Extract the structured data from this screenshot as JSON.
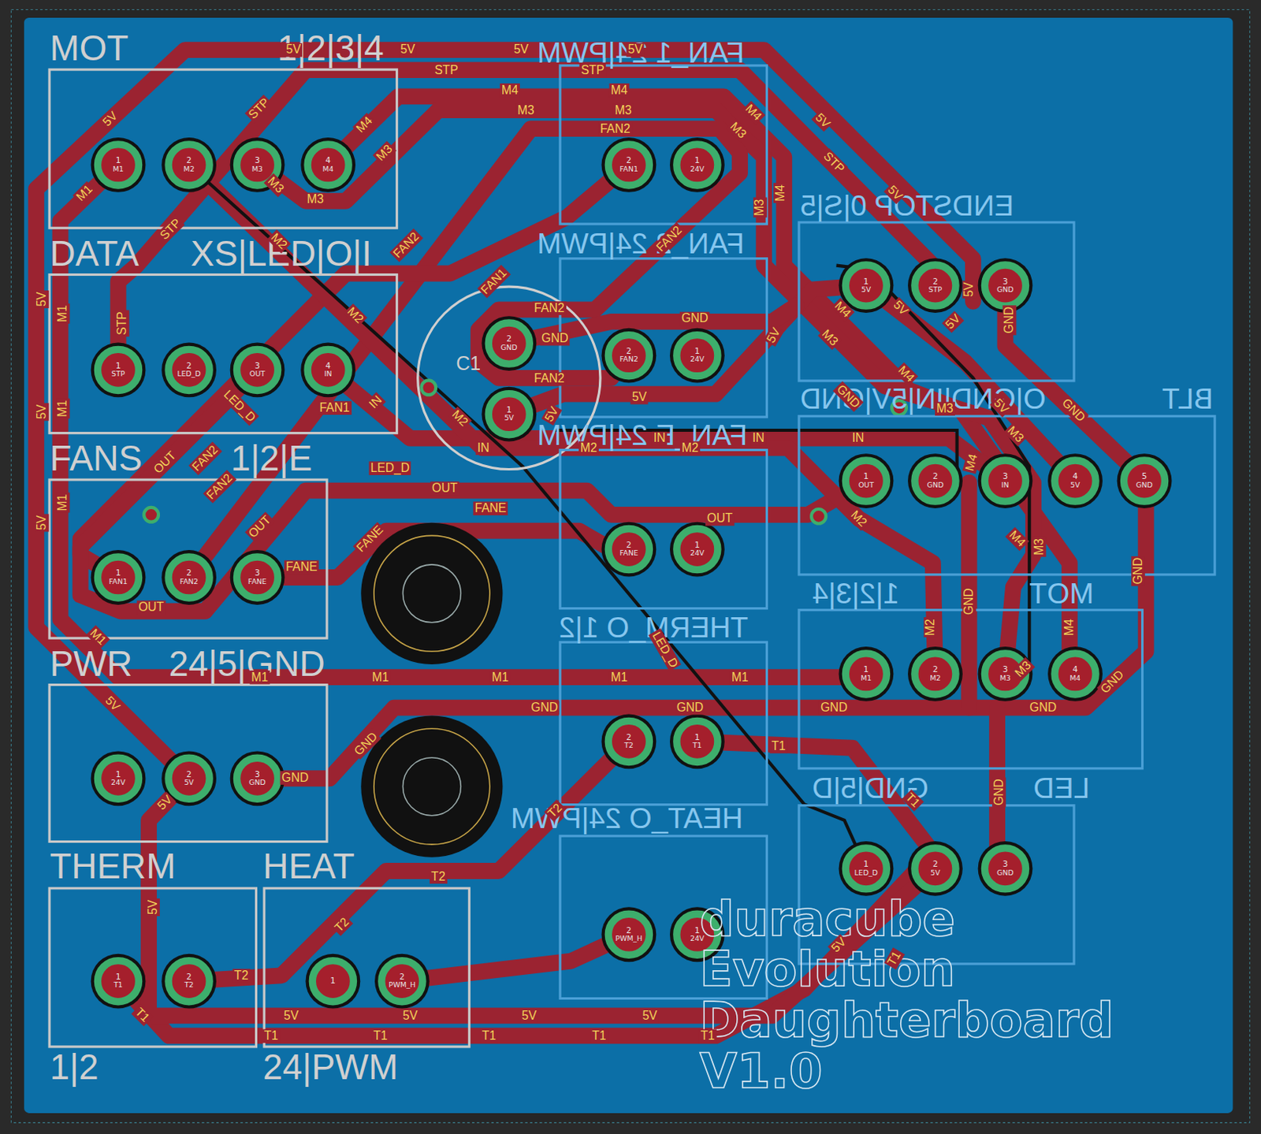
{
  "diagram": {
    "nodes": [
      {
        "text": [
          "MOT",
          "1|2|3|4"
        ]
      },
      {
        "text": [
          "1",
          "M1"
        ],
        "in": 0
      },
      {
        "text": [
          "2",
          "M2"
        ],
        "in": 0
      },
      {
        "text": [
          "3",
          "M3"
        ],
        "in": 0
      },
      {
        "text": [
          "4",
          "M4"
        ],
        "in": 0
      },
      {
        "text": [
          "FAN_1 24|PWM"
        ]
      },
      {
        "text": [
          "2",
          "FAN1"
        ],
        "in": 5
      },
      {
        "text": [
          "1",
          "24V"
        ],
        "in": 5
      },
      {
        "text": [
          "DATA",
          "XS|LED|O|I"
        ]
      },
      {
        "text": [
          "1",
          "STP"
        ],
        "in": 8
      },
      {
        "text": [
          "2",
          "LED_D"
        ],
        "in": 8
      },
      {
        "text": [
          "3",
          "OUT"
        ],
        "in": 8
      },
      {
        "text": [
          "4",
          "IN"
        ],
        "in": 8
      },
      {
        "text": [
          "FAN_2 24|PWM"
        ]
      },
      {
        "text": [
          "2",
          "FAN2"
        ],
        "in": 13
      },
      {
        "text": [
          "1",
          "24V"
        ],
        "in": 13
      },
      {
        "text": [
          "ENDSTOP 0|S|5"
        ]
      },
      {
        "text": [
          "1",
          "5V"
        ],
        "in": 16
      },
      {
        "text": [
          "2",
          "STP"
        ],
        "in": 16
      },
      {
        "text": [
          "3",
          "GND"
        ],
        "in": 16
      },
      {
        "text": [
          "C1"
        ]
      },
      {
        "text": [
          "2",
          "GND"
        ],
        "in": 20
      },
      {
        "text": [
          "1",
          "5V"
        ],
        "in": 20
      },
      {
        "text": [
          "FANS",
          "1|2|E"
        ]
      },
      {
        "text": [
          "1",
          "FAN1"
        ],
        "in": 23
      },
      {
        "text": [
          "2",
          "FAN2"
        ],
        "in": 23
      },
      {
        "text": [
          "3",
          "FANE"
        ],
        "in": 23
      },
      {
        "text": [
          "FAN_E 24|PWM"
        ]
      },
      {
        "text": [
          "2",
          "FANE"
        ],
        "in": 27
      },
      {
        "text": [
          "1",
          "24V"
        ],
        "in": 27
      },
      {
        "text": [
          "O|GND|IN|5V|GND",
          "BLT"
        ]
      },
      {
        "text": [
          "1",
          "OUT"
        ],
        "in": 30
      },
      {
        "text": [
          "2",
          "GND"
        ],
        "in": 30
      },
      {
        "text": [
          "3",
          "IN"
        ],
        "in": 30
      },
      {
        "text": [
          "4",
          "5V"
        ],
        "in": 30
      },
      {
        "text": [
          "5",
          "GND"
        ],
        "in": 30
      },
      {
        "text": [
          "PWR",
          "24|5|GND"
        ]
      },
      {
        "text": [
          "1",
          "24V"
        ],
        "in": 36
      },
      {
        "text": [
          "2",
          "5V"
        ],
        "in": 36
      },
      {
        "text": [
          "3",
          "GND"
        ],
        "in": 36
      },
      {
        "text": [
          "THERM_O 1|2"
        ]
      },
      {
        "text": [
          "2",
          "T2"
        ],
        "in": 40
      },
      {
        "text": [
          "1",
          "T1"
        ],
        "in": 40
      },
      {
        "text": [
          "1|2|3|4",
          "MOT"
        ]
      },
      {
        "text": [
          "1",
          "M1"
        ],
        "in": 43
      },
      {
        "text": [
          "2",
          "M2"
        ],
        "in": 43
      },
      {
        "text": [
          "3",
          "M3"
        ],
        "in": 43
      },
      {
        "text": [
          "4",
          "M4"
        ],
        "in": 43
      },
      {
        "text": [
          "GND|5|D",
          "LED"
        ]
      },
      {
        "text": [
          "1",
          "LED_D"
        ],
        "in": 48
      },
      {
        "text": [
          "2",
          "5V"
        ],
        "in": 48
      },
      {
        "text": [
          "3",
          "GND"
        ],
        "in": 48
      },
      {
        "text": [
          "HEAT_O 24|PWM"
        ]
      },
      {
        "text": [
          "2",
          "PWM_H"
        ],
        "in": 52
      },
      {
        "text": [
          "1",
          "24V"
        ],
        "in": 52
      },
      {
        "text": [
          "THERM",
          "1|2"
        ]
      },
      {
        "text": [
          "1",
          "T1"
        ],
        "in": 55
      },
      {
        "text": [
          "2",
          "T2"
        ],
        "in": 55
      },
      {
        "text": [
          "HEAT",
          "24|PWM"
        ]
      },
      {
        "text": [
          "1"
        ],
        "in": 58
      },
      {
        "text": [
          "2",
          "PWM_H"
        ],
        "in": 58
      }
    ],
    "labels": [
      "5V",
      "STP",
      "M4",
      "M3",
      "M1",
      "M3",
      "M3",
      "5V",
      "5V",
      "5V",
      "5V",
      "STP",
      "STP",
      "M4",
      "M4",
      "M3",
      "M3",
      "FAN2",
      "M4",
      "M3",
      "5V",
      "STP",
      "5V",
      "M3",
      "M4",
      "STP",
      "M2",
      "FAN2",
      "FAN2",
      "5V",
      "M1",
      "STP",
      "5V",
      "M1",
      "M2",
      "FAN1",
      "FAN2",
      "GND",
      "FAN2",
      "GND",
      "5V",
      "IN",
      "FAN1",
      "M2",
      "5V",
      "IN",
      "M2",
      "IN",
      "M2",
      "IN",
      "IN",
      "5V",
      "M4",
      "5V",
      "5V",
      "5V",
      "GND",
      "M3",
      "M4",
      "M3",
      "GND",
      "5V",
      "M3",
      "GND",
      "M4",
      "LED_D",
      "OUT",
      "FAN2",
      "FAN2",
      "LED_D",
      "OUT",
      "FANE",
      "OUT",
      "M2",
      "M1",
      "5V",
      "OUT",
      "FANE",
      "FANE",
      "OUT",
      "M4",
      "M3",
      "GND",
      "M2",
      "GND",
      "M4",
      "M3",
      "GND",
      "LED_D",
      "M1",
      "M1",
      "M1",
      "M1",
      "M1",
      "M1",
      "GND",
      "GND",
      "GND",
      "GND",
      "5V",
      "GND",
      "GND",
      "5V",
      "T1",
      "T1",
      "GND",
      "T2",
      "T2",
      "5V",
      "T2",
      "T2",
      "5V",
      "T1",
      "T1",
      "5V",
      "5V",
      "5V",
      "5V",
      "T1",
      "T1",
      "T1",
      "T1",
      "T1",
      "duracube",
      "Evolution",
      "Daughterboard",
      "V1.0"
    ]
  }
}
